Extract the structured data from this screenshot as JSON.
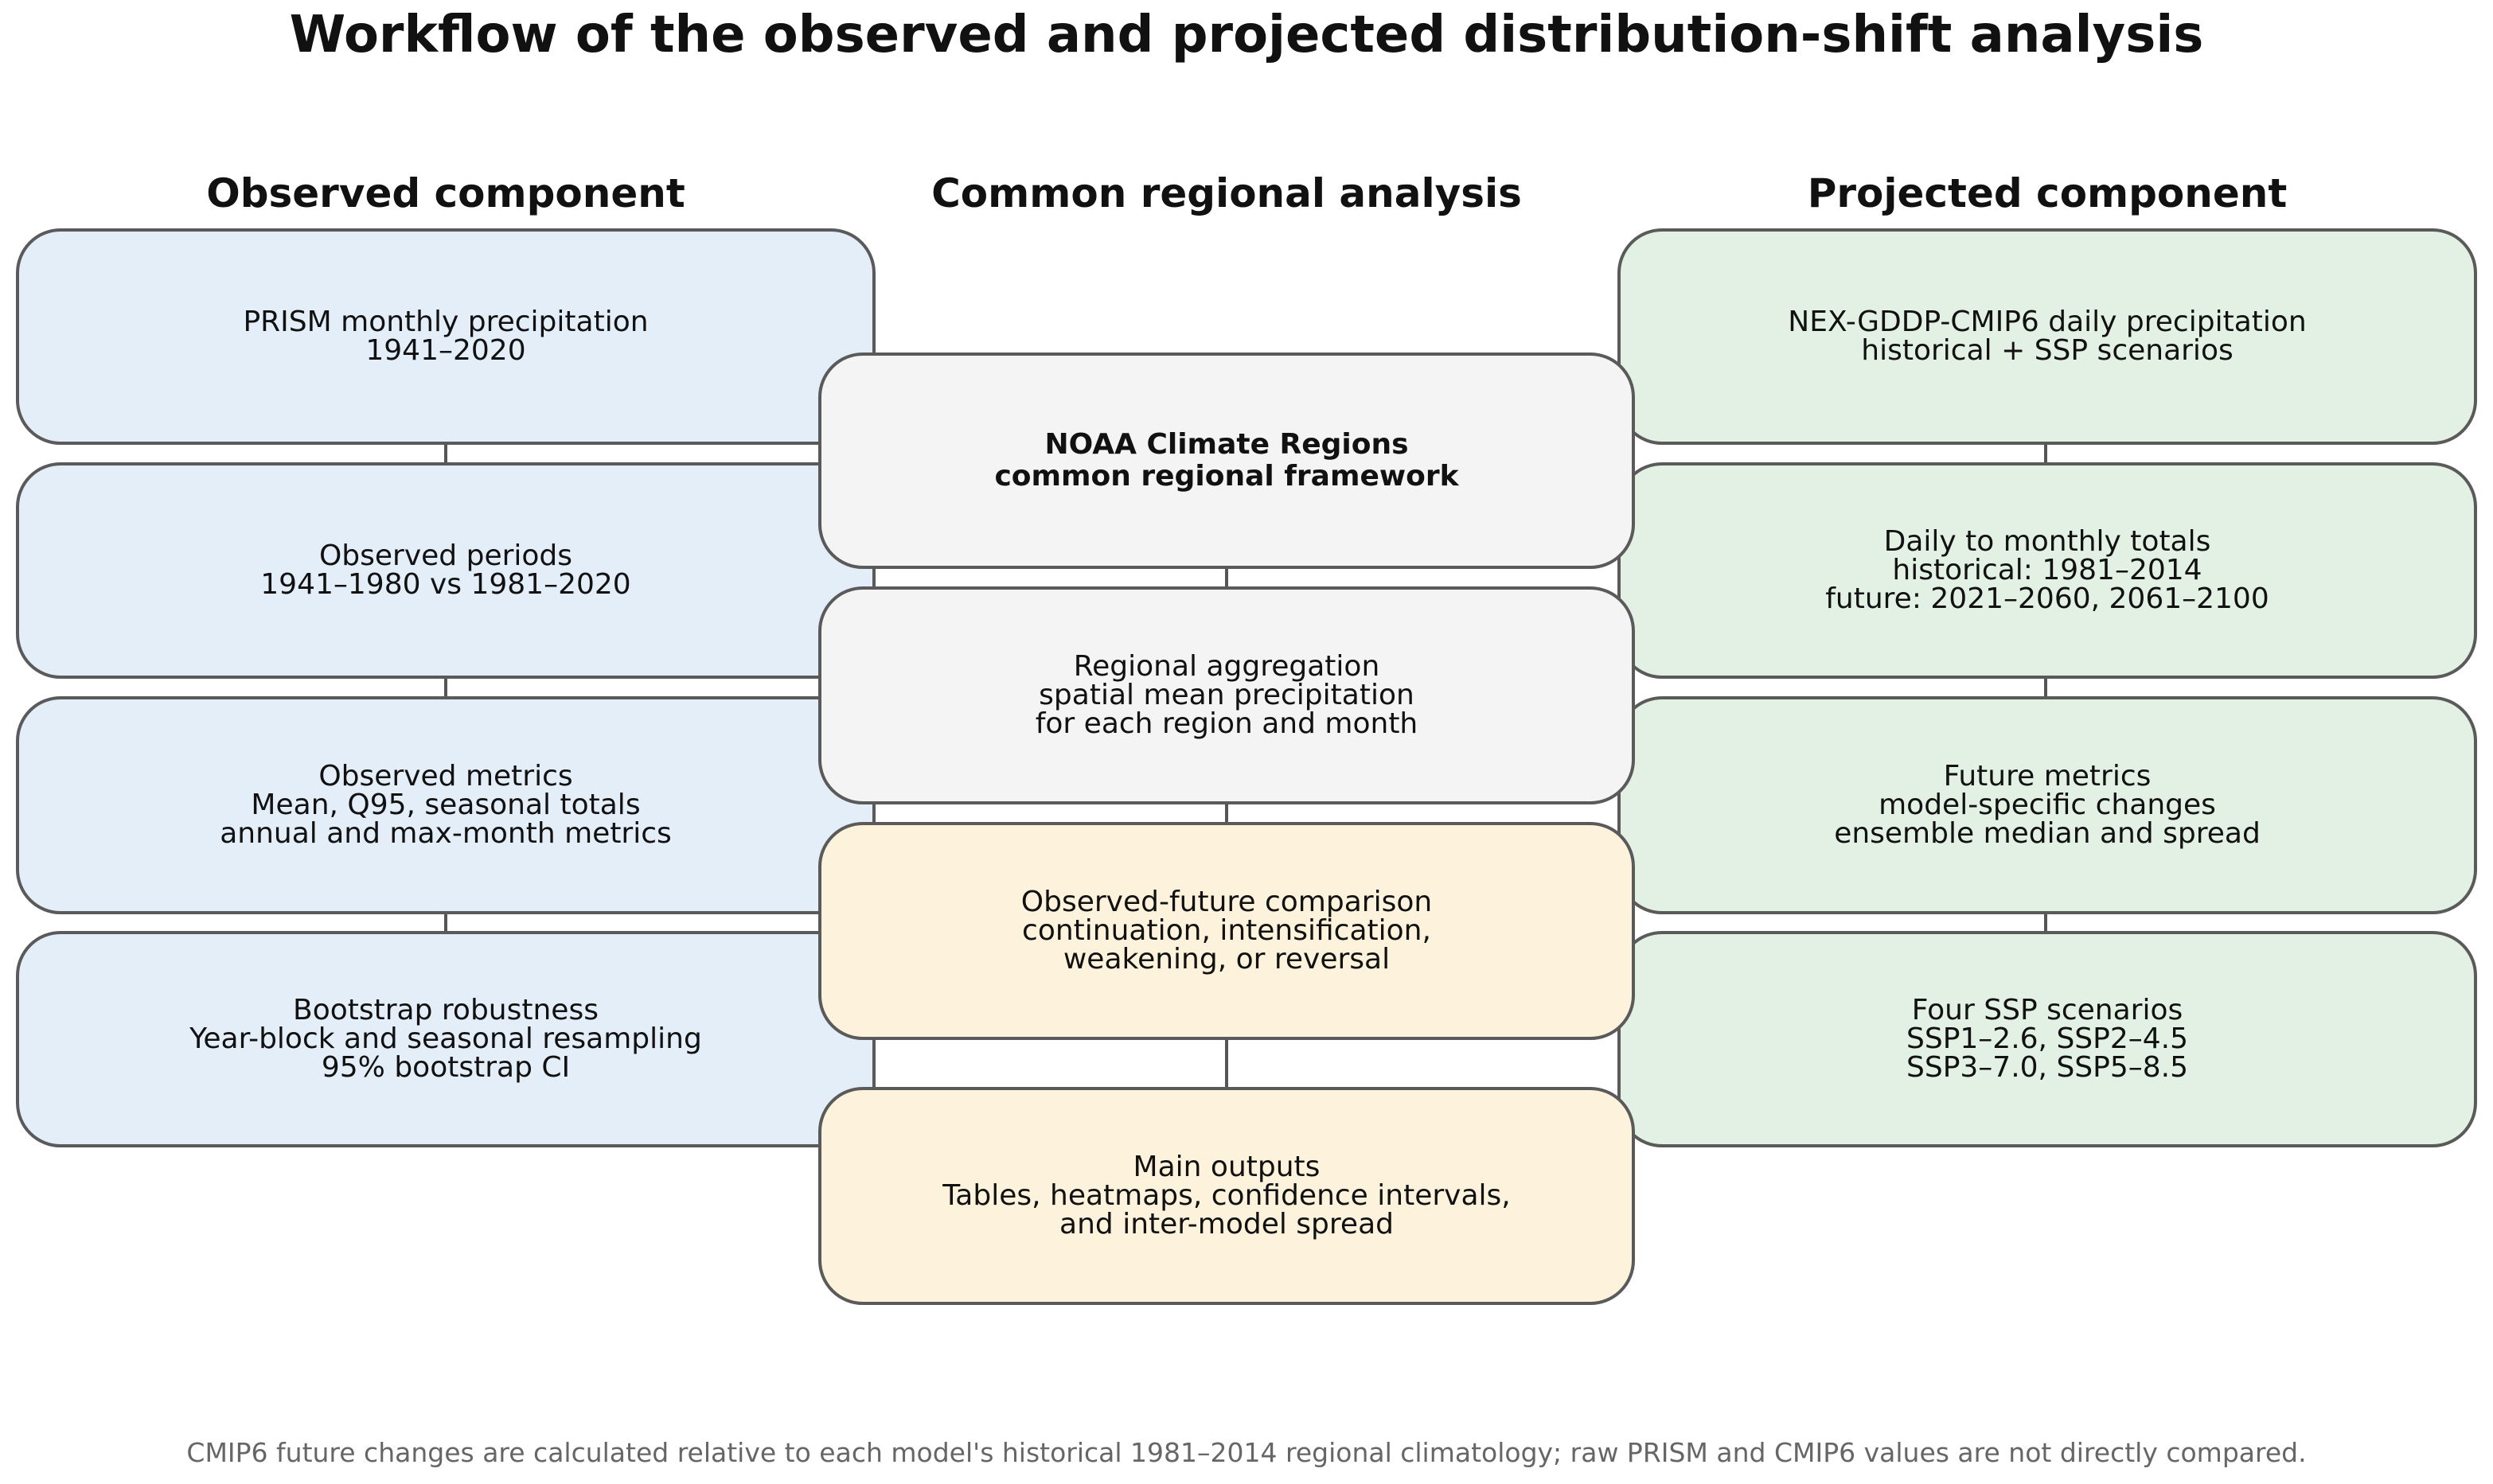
{
  "title": "Workflow of the observed and projected distribution-shift analysis",
  "columns": {
    "observed": {
      "heading": "Observed component",
      "boxes": [
        {
          "lines": [
            "PRISM monthly precipitation",
            "1941–2020"
          ]
        },
        {
          "lines": [
            "Observed periods",
            "1941–1980 vs 1981–2020"
          ]
        },
        {
          "lines": [
            "Observed metrics",
            "Mean, Q95, seasonal totals",
            "annual and max-month metrics"
          ]
        },
        {
          "lines": [
            "Bootstrap robustness",
            "Year-block and seasonal resampling",
            "95% bootstrap CI"
          ]
        }
      ]
    },
    "common": {
      "heading": "Common regional analysis",
      "boxes": [
        {
          "lines": [
            "NOAA Climate Regions",
            "common regional framework"
          ]
        },
        {
          "lines": [
            "Regional aggregation",
            "spatial mean precipitation",
            "for each region and month"
          ]
        },
        {
          "lines": [
            "Observed-future comparison",
            "continuation, intensification,",
            "weakening, or reversal"
          ]
        },
        {
          "lines": [
            "Main outputs",
            "Tables, heatmaps, confidence intervals,",
            "and inter-model spread"
          ]
        }
      ]
    },
    "projected": {
      "heading": "Projected component",
      "boxes": [
        {
          "lines": [
            "NEX-GDDP-CMIP6 daily precipitation",
            "historical + SSP scenarios"
          ]
        },
        {
          "lines": [
            "Daily to monthly totals",
            "historical: 1981–2014",
            "future: 2021–2060, 2061–2100"
          ]
        },
        {
          "lines": [
            "Future metrics",
            "model-specific changes",
            "ensemble median and spread"
          ]
        },
        {
          "lines": [
            "Four SSP scenarios",
            "SSP1–2.6, SSP2–4.5",
            "SSP3–7.0, SSP5–8.5"
          ]
        }
      ]
    }
  },
  "footnote": "CMIP6 future changes are calculated relative to each model's historical 1981–2014 regional climatology; raw PRISM and CMIP6 values are not directly compared.",
  "colors": {
    "observed_fill": "#e4eef9",
    "common_fill": "#f4f4f4",
    "comparison_fill": "#fdf2db",
    "projected_fill": "#e3f1e4",
    "border": "#5a5a5a"
  }
}
